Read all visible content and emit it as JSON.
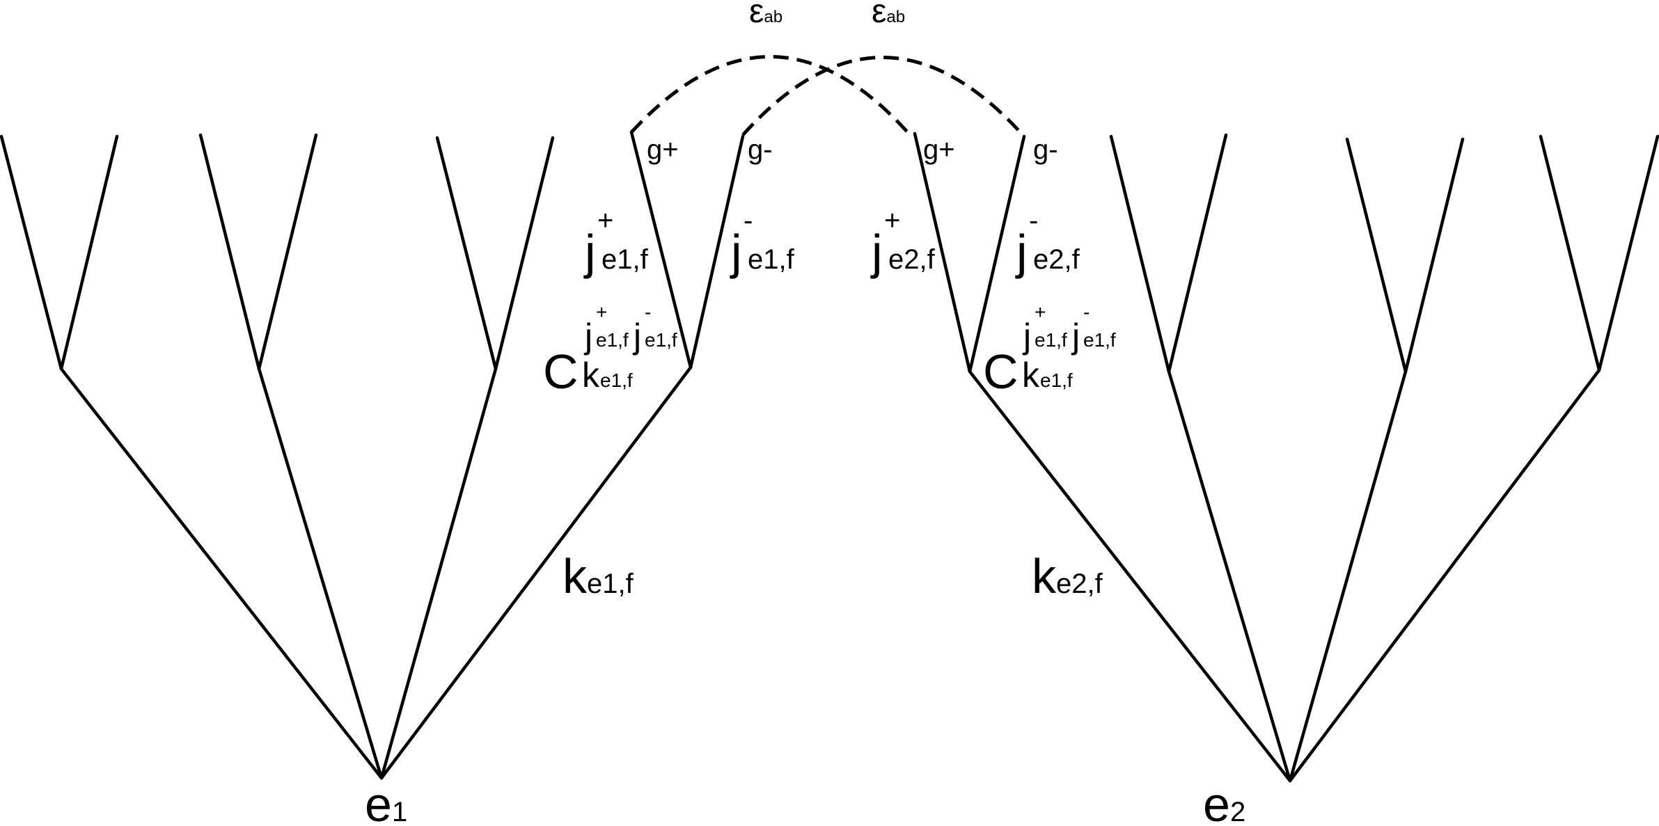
{
  "roots": {
    "left": {
      "base": "e",
      "sub": "1"
    },
    "right": {
      "base": "e",
      "sub": "2"
    }
  },
  "gluing": {
    "left": {
      "base": "ε",
      "sub": "ab"
    },
    "right": {
      "base": "ε",
      "sub": "ab"
    }
  },
  "leaves": {
    "g1": "g+",
    "g2": "g-",
    "g3": "g+",
    "g4": "g-"
  },
  "spins": {
    "j1": {
      "base": "j",
      "sup": "+",
      "sub": "e1,f"
    },
    "j2": {
      "base": "j",
      "sup": "-",
      "sub": "e1,f"
    },
    "j3": {
      "base": "j",
      "sup": "+",
      "sub": "e2,f"
    },
    "j4": {
      "base": "j",
      "sup": "-",
      "sub": "e2,f"
    }
  },
  "clebsch": {
    "left": {
      "base": "C",
      "sub_base": "k",
      "sub_sub": "e1,f",
      "sup1_base": "j",
      "sup1_sup": "+",
      "sup1_sub": "e1,f",
      "sup2_base": "j",
      "sup2_sup": "-",
      "sup2_sub": "e1,f"
    },
    "right": {
      "base": "C",
      "sub_base": "k",
      "sub_sub": "e1,f",
      "sup1_base": "j",
      "sup1_sup": "+",
      "sup1_sub": "e1,f",
      "sup2_base": "j",
      "sup2_sup": "-",
      "sup2_sub": "e1,f"
    }
  },
  "edges": {
    "k1": {
      "base": "k",
      "sub": "e1,f"
    },
    "k2": {
      "base": "k",
      "sub": "e2,f"
    }
  }
}
